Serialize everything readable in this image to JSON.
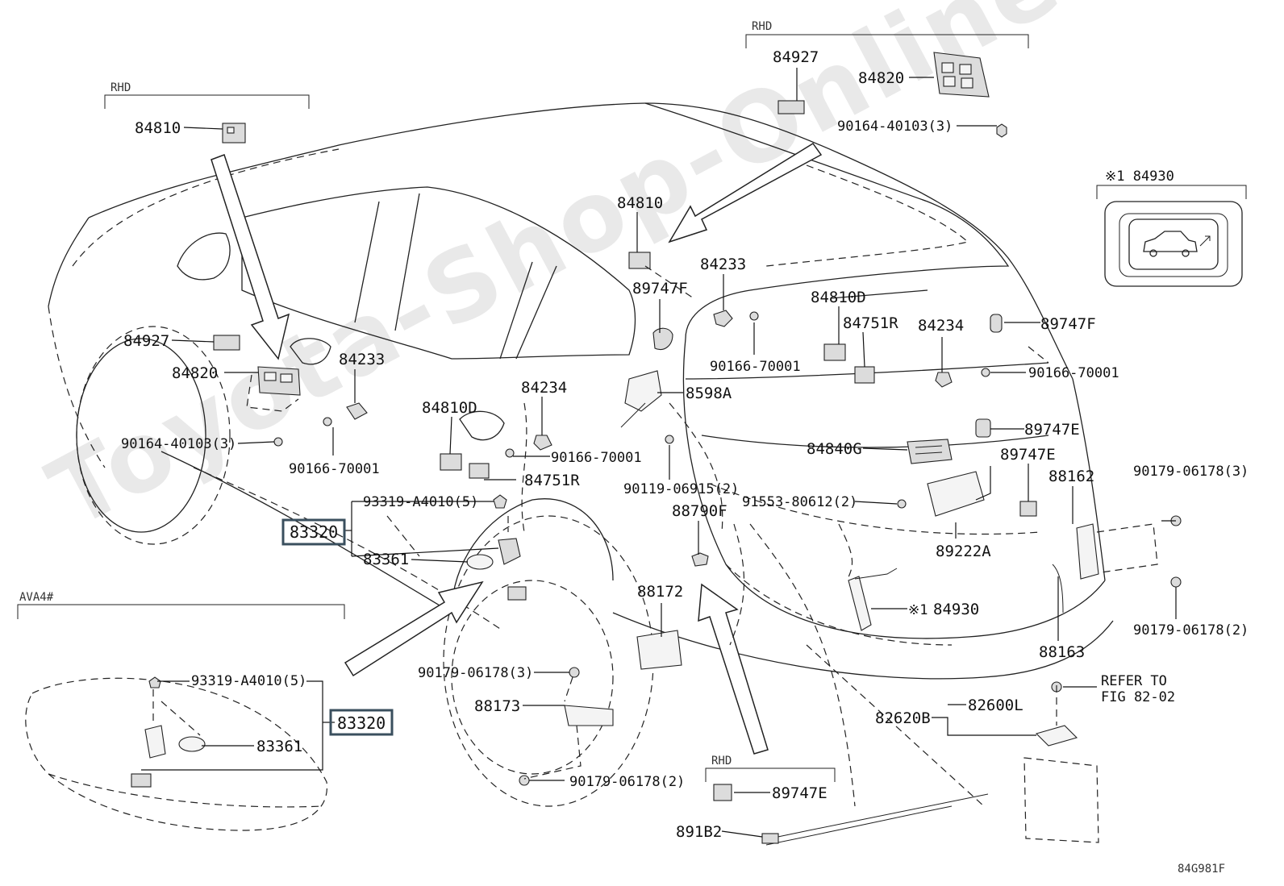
{
  "watermark": "Toyota-Shop-Online.ru",
  "figure_code": "84G981F",
  "sections": {
    "rhd_left": "RHD",
    "rhd_top": "RHD",
    "rhd_bottom": "RHD",
    "ava4": "AVA4#",
    "note_84930": "※1 84930"
  },
  "refer_note": [
    "REFER TO",
    "FIG 82-02"
  ],
  "labels": {
    "l84810_a": "84810",
    "l84927_top": "84927",
    "l84820_top": "84820",
    "l90164_top": "90164-40103(3)",
    "l84810_b": "84810",
    "l89747f_a": "89747F",
    "l84233_b": "84233",
    "l84810d_b": "84810D",
    "l84751r_b": "84751R",
    "l84234_b": "84234",
    "l89747f_b": "89747F",
    "l90166_b": "90166-70001",
    "l90166_c": "90166-70001",
    "l8598a": "8598A",
    "l84927_l": "84927",
    "l84820_l": "84820",
    "l84233_a": "84233",
    "l90164_l": "90164-40103(3)",
    "l90166_a": "90166-70001",
    "l84234_a": "84234",
    "l84810d_a": "84810D",
    "l90166_d": "90166-70001",
    "l84751r_a": "84751R",
    "l90119": "90119-06915(2)",
    "l93319_a": "93319-A4010(5)",
    "l83320_a": "83320",
    "l83361_a": "83361",
    "l88790f": "88790F",
    "l89747e_a": "89747E",
    "l84840g": "84840G",
    "l89747e_b": "89747E",
    "l91553": "91553-80612(2)",
    "l88162": "88162",
    "l90179_a": "90179-06178(3)",
    "l89222a": "89222A",
    "l84930": "84930",
    "l84930_mark": "※1",
    "l88163": "88163",
    "l90179_b": "90179-06178(2)",
    "l88172": "88172",
    "l90179_c": "90179-06178(3)",
    "l88173": "88173",
    "l90179_d": "90179-06178(2)",
    "l93319_b": "93319-A4010(5)",
    "l83320_b": "83320",
    "l83361_b": "83361",
    "l89747e_c": "89747E",
    "l891b2": "891B2",
    "l82620b": "82620B",
    "l82600l": "82600L"
  }
}
